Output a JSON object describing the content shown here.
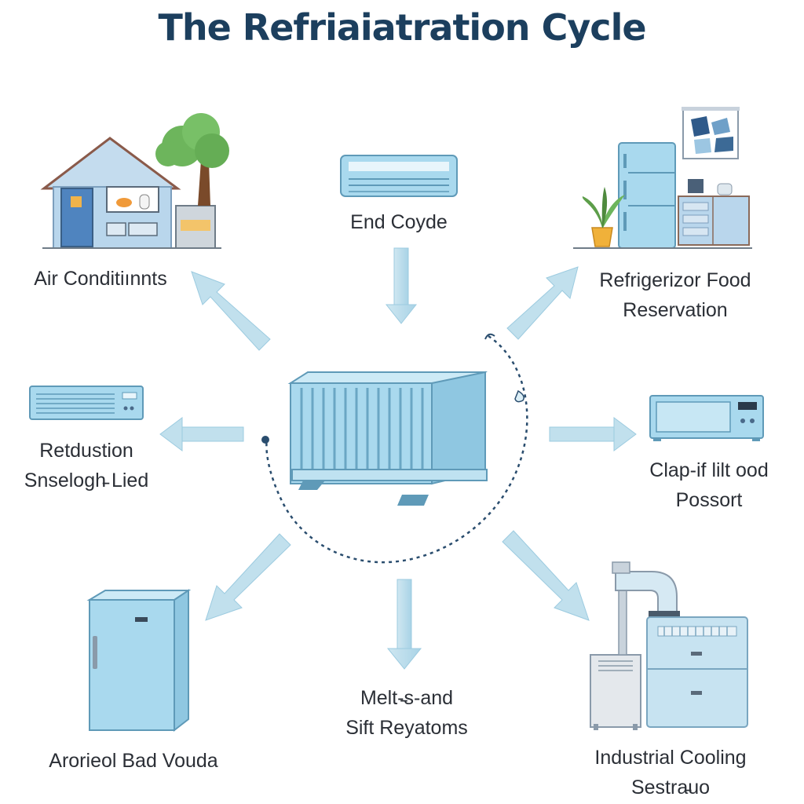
{
  "title": "The Refriaiatration Cycle",
  "nodes": {
    "top": {
      "label": "End Coyde"
    },
    "top_left": {
      "label": "Air Conditiınnts"
    },
    "top_right": {
      "line1": "Refrigerizor Food",
      "line2": "Reservation"
    },
    "mid_left": {
      "line1": "Retdustion",
      "line2": "Snselogh̵ Lied"
    },
    "mid_right": {
      "line1": "Clap-if lilt ood",
      "line2": "Possort"
    },
    "bottom": {
      "line1": "Melt-̵s-and",
      "line2": "Sift Reyatoms"
    },
    "bottom_left": {
      "label": "Arorieol Bad Vouda"
    },
    "bottom_right": {
      "line1": "Industrial Cooling",
      "line2": "Sestra̵uo"
    }
  },
  "colors": {
    "title": "#1c3f5e",
    "appliance_blue": "#a9d9ee",
    "appliance_stroke": "#5f9ab8",
    "arrow": "#b9dbe9",
    "dashed_cycle": "#2a4d6e"
  },
  "icons": [
    "house-icon",
    "tree-icon",
    "wall-ac-icon",
    "refrigerator-icon",
    "plant-icon",
    "compressor-icon",
    "microwave-icon",
    "freezer-icon",
    "industrial-chiller-icon"
  ]
}
